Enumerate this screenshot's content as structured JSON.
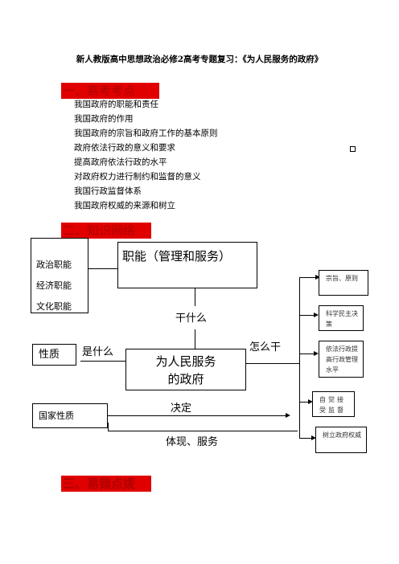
{
  "doc": {
    "title": "新人教版高中思想政治必修2高考专题复习：《为人民服务的政府》",
    "section1": "一、高考考点",
    "points": [
      "我国政府的职能和责任",
      "我国政府的作用",
      "我国政府的宗旨和政府工作的基本原则",
      "政府依法行政的意义和要求",
      "提高政府依法行政的水平",
      "对政府权力进行制约和监督的意义",
      "我国行政监督体系",
      "我国政府权威的来源和树立"
    ],
    "section2": "二、知识网络",
    "section3": "三、易错点拨"
  },
  "diagram": {
    "functions": [
      "政治职能",
      "经济职能",
      "文化职能"
    ],
    "main_function": "职能（管理和服务）",
    "what_do": "干什么",
    "nature": "性质",
    "what_is": "是什么",
    "center_line1": "为人民服务",
    "center_line2": "的政府",
    "how_do": "怎么干",
    "state_nature": "国家性质",
    "decides": "决定",
    "embodies": "体现、服务",
    "right_items": [
      "宗旨、原则",
      "科学民主决策",
      "依法行政提高行政管理水平",
      "自觉接受监督",
      "树立政府权威"
    ]
  }
}
